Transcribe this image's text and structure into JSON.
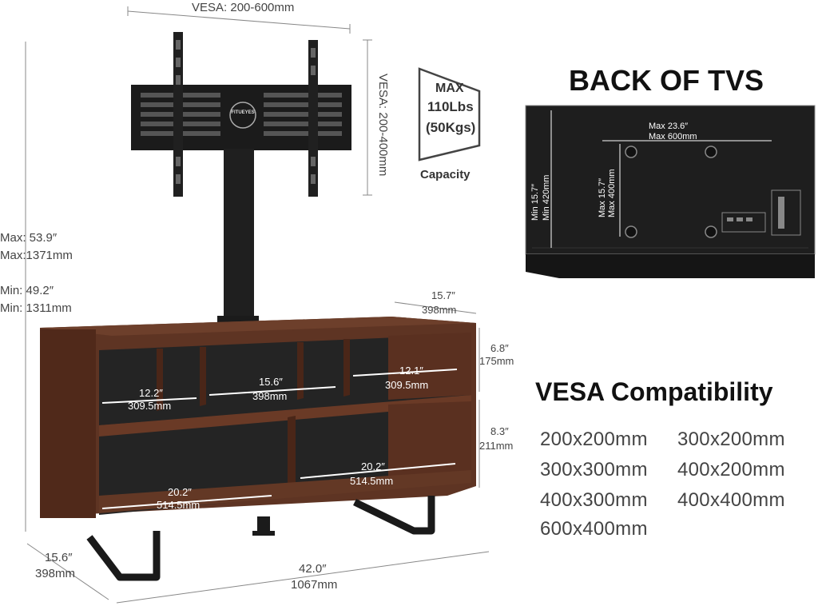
{
  "stand": {
    "vesa_width": "VESA: 200-600mm",
    "vesa_height": "VESA: 200-400mm",
    "capacity": {
      "line1": "MAX",
      "line2": "110Lbs",
      "line3": "(50Kgs)",
      "label": "Capacity"
    },
    "logo_text": "FITUEYES",
    "max_height": {
      "in": "Max: 53.9″",
      "mm": "Max:1371mm"
    },
    "min_height": {
      "in": "Min:  49.2″",
      "mm": "Min: 1311mm"
    },
    "top_depth": {
      "in": "15.7″",
      "mm": "398mm"
    },
    "upper_shelf_height": {
      "in": "6.8″",
      "mm": "175mm"
    },
    "lower_shelf_height": {
      "in": "8.3″",
      "mm": "211mm"
    },
    "upper_left": {
      "in": "12.2″",
      "mm": "309.5mm"
    },
    "upper_middle": {
      "in": "15.6″",
      "mm": "398mm"
    },
    "upper_right": {
      "in": "12.1″",
      "mm": "309.5mm"
    },
    "lower_left": {
      "in": "20.2″",
      "mm": "514.5mm"
    },
    "lower_right": {
      "in": "20.2″",
      "mm": "514.5mm"
    },
    "base_depth": {
      "in": "15.6″",
      "mm": "398mm"
    },
    "base_width": {
      "in": "42.0″",
      "mm": "1067mm"
    }
  },
  "back_of_tvs": {
    "title": "BACK OF TVS",
    "width": {
      "in": "Max 23.6″",
      "mm": "Max 600mm"
    },
    "height_max": {
      "in": "Max 15.7″",
      "mm": "Max 400mm"
    },
    "height_min": {
      "in": "Min 15.7″",
      "mm": "Min  420mm"
    }
  },
  "vesa": {
    "title": "VESA Compatibility",
    "sizes": [
      "200x200mm",
      "300x200mm",
      "300x300mm",
      "400x200mm",
      "400x300mm",
      "400x400mm",
      "600x400mm"
    ]
  },
  "colors": {
    "wood": "#5e3423",
    "wood_dark": "#3f2015",
    "metal": "#1b1b1b",
    "tv": "#1e1e1e"
  }
}
